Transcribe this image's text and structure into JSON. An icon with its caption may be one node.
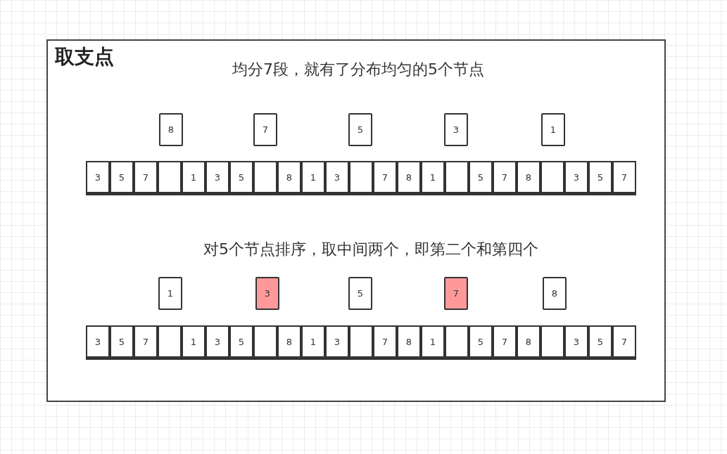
{
  "diagram": {
    "nodes": [
      {
        "text": [
          "取支点"
        ]
      },
      {
        "text": [
          "8"
        ],
        "in": 0
      },
      {
        "text": [
          "7"
        ],
        "in": 0
      },
      {
        "text": [
          "5"
        ],
        "in": 0
      },
      {
        "text": [
          "3"
        ],
        "in": 0
      },
      {
        "text": [
          "1"
        ],
        "in": 0
      },
      {
        "text": [],
        "shape": "box",
        "in": 0
      },
      {
        "text": [
          "3"
        ],
        "in": 6
      },
      {
        "text": [
          "5"
        ],
        "in": 6
      },
      {
        "text": [
          "7"
        ],
        "in": 6
      },
      {
        "text": [],
        "shape": "box",
        "in": 6
      },
      {
        "text": [
          "1"
        ],
        "in": 6
      },
      {
        "text": [
          "3"
        ],
        "in": 6
      },
      {
        "text": [
          "5"
        ],
        "in": 6
      },
      {
        "text": [],
        "shape": "box",
        "in": 6
      },
      {
        "text": [
          "8"
        ],
        "in": 6
      },
      {
        "text": [
          "1"
        ],
        "in": 6
      },
      {
        "text": [
          "3"
        ],
        "in": 6
      },
      {
        "text": [],
        "shape": "box",
        "in": 6
      },
      {
        "text": [
          "7"
        ],
        "in": 6
      },
      {
        "text": [
          "8"
        ],
        "in": 6
      },
      {
        "text": [
          "1"
        ],
        "in": 6
      },
      {
        "text": [],
        "shape": "box",
        "in": 6
      },
      {
        "text": [
          "5"
        ],
        "in": 6
      },
      {
        "text": [
          "7"
        ],
        "in": 6
      },
      {
        "text": [
          "8"
        ],
        "in": 6
      },
      {
        "text": [],
        "shape": "box",
        "in": 6
      },
      {
        "text": [
          "3"
        ],
        "in": 6
      },
      {
        "text": [
          "5"
        ],
        "in": 6
      },
      {
        "text": [
          "7"
        ],
        "in": 6
      },
      {
        "text": [
          "1"
        ],
        "in": 0
      },
      {
        "text": [
          "3"
        ],
        "in": 0
      },
      {
        "text": [
          "5"
        ],
        "in": 0
      },
      {
        "text": [
          "7"
        ],
        "in": 0
      },
      {
        "text": [
          "8"
        ],
        "in": 0
      },
      {
        "text": [],
        "shape": "box",
        "in": 0
      },
      {
        "text": [
          "3"
        ],
        "in": 35
      },
      {
        "text": [
          "5"
        ],
        "in": 35
      },
      {
        "text": [
          "7"
        ],
        "in": 35
      },
      {
        "text": [],
        "shape": "box",
        "in": 35
      },
      {
        "text": [
          "1"
        ],
        "in": 35
      },
      {
        "text": [
          "3"
        ],
        "in": 35
      },
      {
        "text": [
          "5"
        ],
        "in": 35
      },
      {
        "text": [],
        "shape": "box",
        "in": 35
      },
      {
        "text": [
          "8"
        ],
        "in": 35
      },
      {
        "text": [
          "1"
        ],
        "in": 35
      },
      {
        "text": [
          "3"
        ],
        "in": 35
      },
      {
        "text": [],
        "shape": "box",
        "in": 35
      },
      {
        "text": [
          "7"
        ],
        "in": 35
      },
      {
        "text": [
          "8"
        ],
        "in": 35
      },
      {
        "text": [
          "1"
        ],
        "in": 35
      },
      {
        "text": [],
        "shape": "box",
        "in": 35
      },
      {
        "text": [
          "5"
        ],
        "in": 35
      },
      {
        "text": [
          "7"
        ],
        "in": 35
      },
      {
        "text": [
          "8"
        ],
        "in": 35
      },
      {
        "text": [],
        "shape": "box",
        "in": 35
      },
      {
        "text": [
          "3"
        ],
        "in": 35
      },
      {
        "text": [
          "5"
        ],
        "in": 35
      },
      {
        "text": [
          "7"
        ],
        "in": 35
      }
    ],
    "labels": [
      "均分7段，就有了分布均匀的5个节点",
      "对5个节点排序，取中间两个，即第二个和第四个"
    ]
  }
}
